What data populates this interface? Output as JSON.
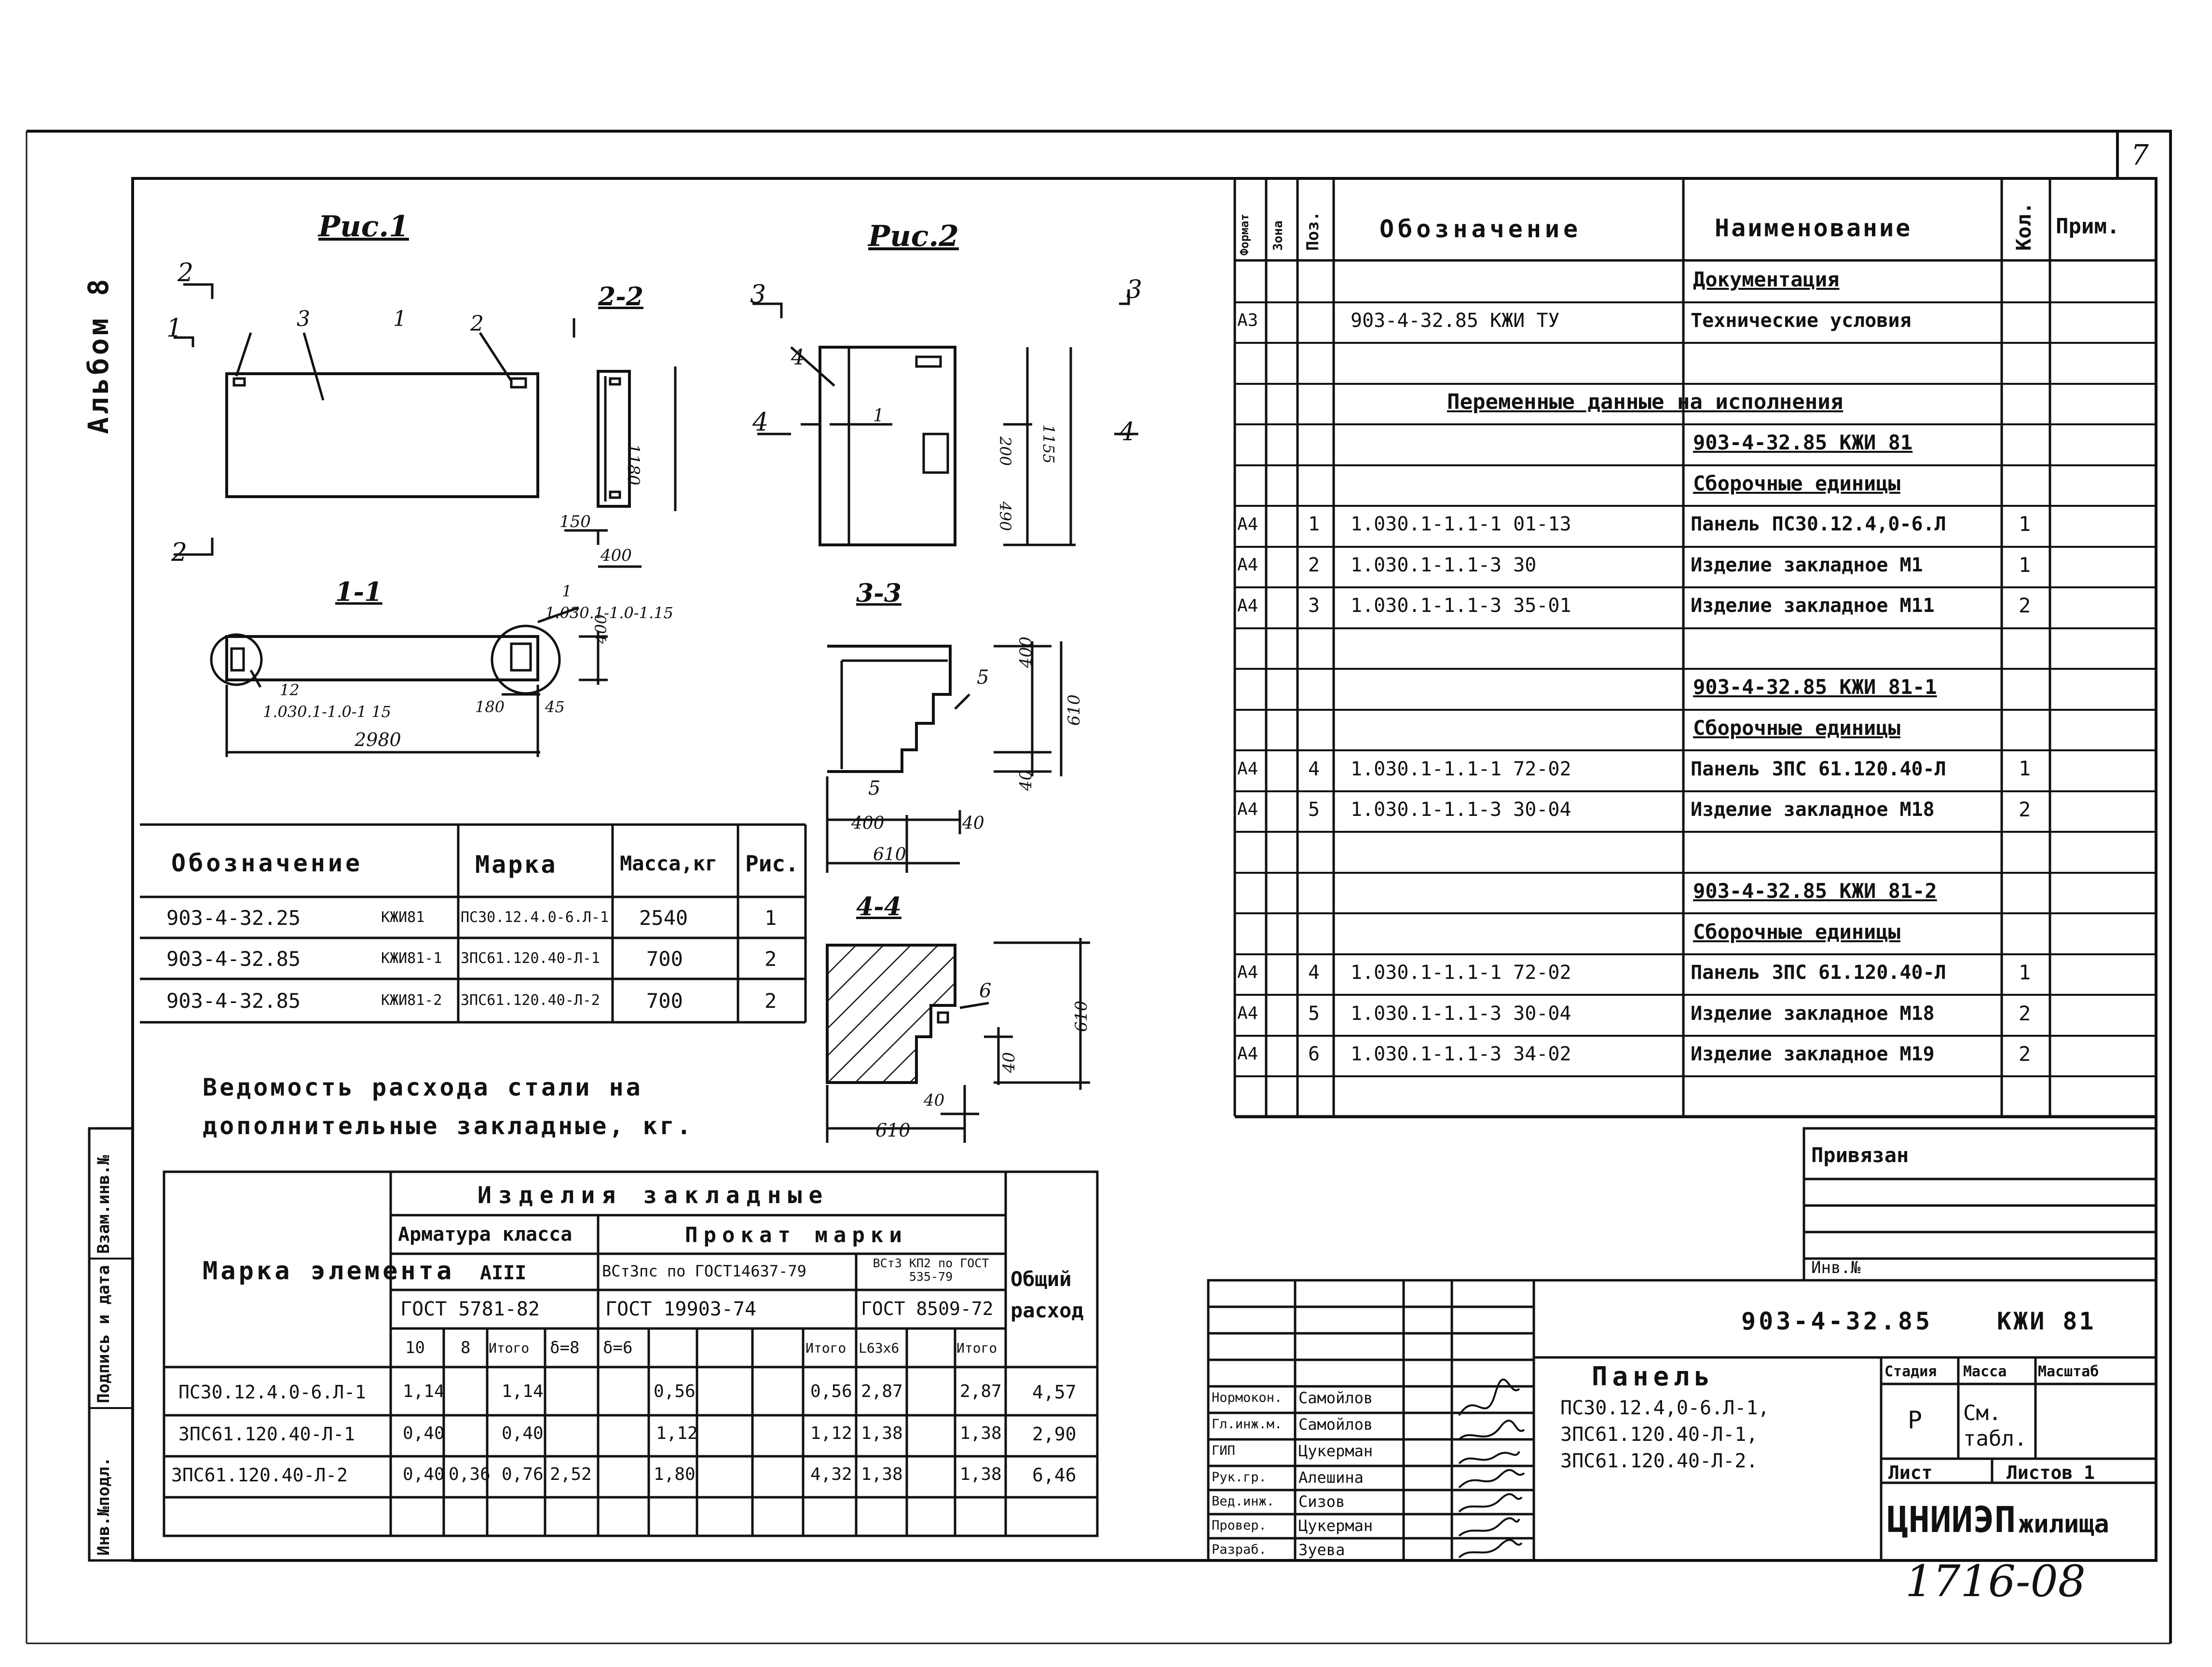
{
  "sheet": {
    "sheet_number": "7",
    "album_label": "Альбом 8",
    "archive_number": "1716-08"
  },
  "figures": {
    "fig1_title": "Рис.1",
    "fig2_title": "Рис.2",
    "section_labels": [
      "1-1",
      "2-2",
      "3-3",
      "4-4"
    ],
    "fig1": {
      "cut_marks": [
        "2",
        "1",
        "2"
      ],
      "callouts": [
        "3",
        "1",
        "2"
      ],
      "dim_2_2": {
        "height": "1180",
        "offset": "150",
        "width": "400"
      },
      "section_1_1": {
        "callout_top": "1",
        "callout_top_ref": "1.030.1-1.0-1.15",
        "callout_bottom": "12",
        "callout_bottom_ref": "1.030.1-1.0-1 15",
        "dim_length": "2980",
        "dim_end": "180",
        "dim_45": "45",
        "dim_400": "400"
      }
    },
    "fig2": {
      "cut_marks": [
        "3",
        "3",
        "4",
        "4"
      ],
      "callouts": [
        "4",
        "1"
      ],
      "dims": [
        "200",
        "490",
        "1155"
      ],
      "section_3_3": {
        "callouts": [
          "5",
          "5"
        ],
        "dims": [
          "400",
          "610",
          "40",
          "400",
          "40",
          "610"
        ]
      },
      "section_4_4": {
        "callouts": [
          "6"
        ],
        "dims": [
          "610",
          "40",
          "40",
          "610"
        ]
      }
    }
  },
  "marks_table": {
    "headers": [
      "Обозначение",
      "Марка",
      "Масса,кг",
      "Рис."
    ],
    "rows": [
      {
        "code": "903-4-32.25",
        "suffix": "КЖИ81",
        "mark": "ПС30.12.4.0-6.Л-1",
        "mass": "2540",
        "fig": "1"
      },
      {
        "code": "903-4-32.85",
        "suffix": "КЖИ81-1",
        "mark": "3ПС61.120.40-Л-1",
        "mass": "700",
        "fig": "2"
      },
      {
        "code": "903-4-32.85",
        "suffix": "КЖИ81-2",
        "mark": "3ПС61.120.40-Л-2",
        "mass": "700",
        "fig": "2"
      }
    ]
  },
  "steel_title": [
    "Ведомость расхода стали на",
    "дополнительные закладные, кг."
  ],
  "steel_table": {
    "h_element": "Марка элемента",
    "h_group": "Изделия закладные",
    "h_armature": "Арматура класса",
    "h_armature_class": "АIII",
    "h_armature_gost": "ГОСТ 5781-82",
    "h_rolled": "Прокат марки",
    "h_rolled_1": "ВСт3пс по ГОСТ14637-79",
    "h_rolled_1_gost": "ГОСТ 19903-74",
    "h_rolled_2": "ВСт3 КП2 по ГОСТ 535-79",
    "h_rolled_2_gost": "ГОСТ 8509-72",
    "h_total": "Общий расход",
    "sub": [
      "10",
      "8",
      "Итого",
      "δ=8",
      "δ=6",
      "",
      "Итого",
      "L63x6",
      "",
      "Итого"
    ],
    "rows": [
      {
        "mark": "ПС30.12.4.0-6.Л-1",
        "cells": [
          "1,14",
          "",
          "1,14",
          "",
          "0,56",
          "",
          "0,56",
          "2,87",
          "",
          "2,87"
        ],
        "total": "4,57"
      },
      {
        "mark": "3ПС61.120.40-Л-1",
        "cells": [
          "0,40",
          "",
          "0,40",
          "",
          "1,12",
          "",
          "1,12",
          "1,38",
          "",
          "1,38"
        ],
        "total": "2,90"
      },
      {
        "mark": "3ПС61.120.40-Л-2",
        "cells": [
          "0,40",
          "0,36",
          "0,76",
          "2,52",
          "1,80",
          "",
          "4,32",
          "1,38",
          "",
          "1,38"
        ],
        "total": "6,46"
      }
    ]
  },
  "spec_table": {
    "headers": {
      "format": "Формат",
      "zone": "Зона",
      "pos": "Поз.",
      "designation": "Обозначение",
      "name": "Наименование",
      "qty": "Кол.",
      "note": "Прим."
    },
    "rows": [
      {
        "fmt": "",
        "pos": "",
        "des": "",
        "name": "Документация",
        "qty": "",
        "kind": "section"
      },
      {
        "fmt": "А3",
        "pos": "",
        "des": "903-4-32.85  КЖИ ТУ",
        "name": "Технические условия",
        "qty": "",
        "kind": "item"
      },
      {
        "fmt": "",
        "pos": "",
        "des": "",
        "name": "",
        "qty": "",
        "kind": "blank"
      },
      {
        "fmt": "",
        "pos": "",
        "des": "",
        "name": "Переменные данные на исполнения",
        "qty": "",
        "kind": "wide"
      },
      {
        "fmt": "",
        "pos": "",
        "des": "",
        "name": "903-4-32.85  КЖИ 81",
        "qty": "",
        "kind": "section"
      },
      {
        "fmt": "",
        "pos": "",
        "des": "",
        "name": "Сборочные единицы",
        "qty": "",
        "kind": "section"
      },
      {
        "fmt": "А4",
        "pos": "1",
        "des": "1.030.1-1.1-1   01-13",
        "name": "Панель ПС30.12.4,0-6.Л",
        "qty": "1",
        "kind": "item"
      },
      {
        "fmt": "А4",
        "pos": "2",
        "des": "1.030.1-1.1-3   30",
        "name": "Изделие закладное М1",
        "qty": "1",
        "kind": "item"
      },
      {
        "fmt": "А4",
        "pos": "3",
        "des": "1.030.1-1.1-3   35-01",
        "name": "Изделие закладное М11",
        "qty": "2",
        "kind": "item"
      },
      {
        "fmt": "",
        "pos": "",
        "des": "",
        "name": "",
        "qty": "",
        "kind": "blank"
      },
      {
        "fmt": "",
        "pos": "",
        "des": "",
        "name": "903-4-32.85  КЖИ 81-1",
        "qty": "",
        "kind": "section"
      },
      {
        "fmt": "",
        "pos": "",
        "des": "",
        "name": "Сборочные единицы",
        "qty": "",
        "kind": "section"
      },
      {
        "fmt": "А4",
        "pos": "4",
        "des": "1.030.1-1.1-1   72-02",
        "name": "Панель 3ПС 61.120.40-Л",
        "qty": "1",
        "kind": "item"
      },
      {
        "fmt": "А4",
        "pos": "5",
        "des": "1.030.1-1.1-3   30-04",
        "name": "Изделие закладное М18",
        "qty": "2",
        "kind": "item"
      },
      {
        "fmt": "",
        "pos": "",
        "des": "",
        "name": "",
        "qty": "",
        "kind": "blank"
      },
      {
        "fmt": "",
        "pos": "",
        "des": "",
        "name": "903-4-32.85  КЖИ 81-2",
        "qty": "",
        "kind": "section"
      },
      {
        "fmt": "",
        "pos": "",
        "des": "",
        "name": "Сборочные единицы",
        "qty": "",
        "kind": "section"
      },
      {
        "fmt": "А4",
        "pos": "4",
        "des": "1.030.1-1.1-1   72-02",
        "name": "Панель 3ПС 61.120.40-Л",
        "qty": "1",
        "kind": "item"
      },
      {
        "fmt": "А4",
        "pos": "5",
        "des": "1.030.1-1.1-3   30-04",
        "name": "Изделие закладное М18",
        "qty": "2",
        "kind": "item"
      },
      {
        "fmt": "А4",
        "pos": "6",
        "des": "1.030.1-1.1-3   34-02",
        "name": "Изделие закладное М19",
        "qty": "2",
        "kind": "item"
      },
      {
        "fmt": "",
        "pos": "",
        "des": "",
        "name": "",
        "qty": "",
        "kind": "blank"
      }
    ]
  },
  "privyazan": {
    "label": "Привязан",
    "inv_label": "Инв.№"
  },
  "side_strip": [
    "Взам.инв.№",
    "Подпись и дата",
    "Инв.№подл."
  ],
  "title_block": {
    "code": "903-4-32.85",
    "doc": "КЖИ 81",
    "title": "Панель",
    "lines": [
      "ПС30.12.4,0-6.Л-1,",
      "3ПС61.120.40-Л-1,",
      "3ПС61.120.40-Л-2."
    ],
    "stage_label": "Стадия",
    "mass_label": "Масса",
    "scale_label": "Масштаб",
    "stage": "Р",
    "mass_value": "См. табл.",
    "sheet_label": "Лист",
    "sheets_label": "Листов 1",
    "org": "ЦНИИЭП",
    "org_sub": "жилища",
    "people": [
      {
        "role": "Нормокон.",
        "name": "Самойлов"
      },
      {
        "role": "Гл.инж.м.",
        "name": "Самойлов"
      },
      {
        "role": "ГИП",
        "name": "Цукерман"
      },
      {
        "role": "Рук.гр.",
        "name": "Алешина"
      },
      {
        "role": "Вед.инж.",
        "name": "Сизов"
      },
      {
        "role": "Провер.",
        "name": "Цукерман"
      },
      {
        "role": "Разраб.",
        "name": "Зуева"
      }
    ]
  }
}
